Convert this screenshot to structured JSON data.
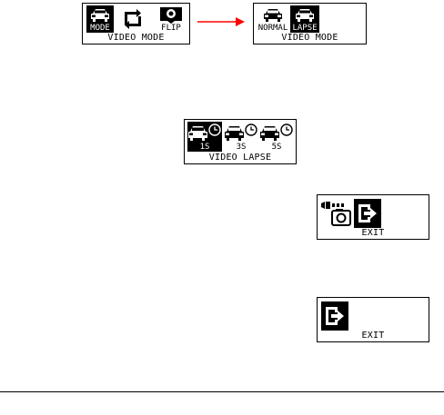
{
  "colors": {
    "ink": "#000000",
    "paper": "#ffffff",
    "arrow": "#ff0000"
  },
  "video_mode_screen": {
    "items": [
      {
        "label": "MODE",
        "icon": "car-icon",
        "selected": true
      },
      {
        "label": "",
        "icon": "rotate-arrows-icon",
        "selected": false
      },
      {
        "label": "FLIP",
        "icon": "flip-icon",
        "selected": false
      }
    ],
    "caption": "VIDEO MODE"
  },
  "transition": {
    "icon": "arrow-right-icon"
  },
  "video_mode_lapse_screen": {
    "items": [
      {
        "label": "NORMAL",
        "icon": "car-icon",
        "selected": false
      },
      {
        "label": "LAPSE",
        "icon": "car-icon",
        "selected": true
      }
    ],
    "caption": "VIDEO MODE"
  },
  "video_lapse_screen": {
    "items": [
      {
        "label": "1S",
        "icon": "car-clock-icon",
        "selected": true
      },
      {
        "label": "3S",
        "icon": "car-clock-icon",
        "selected": false
      },
      {
        "label": "5S",
        "icon": "car-clock-icon",
        "selected": false
      }
    ],
    "caption": "VIDEO LAPSE"
  },
  "exit_screen_a": {
    "items": [
      {
        "label": "",
        "icon": "video-camera-icon",
        "selected": false
      },
      {
        "label": "",
        "icon": "exit-icon",
        "selected": true
      }
    ],
    "caption": "EXIT"
  },
  "exit_screen_b": {
    "items": [
      {
        "label": "",
        "icon": "exit-icon",
        "selected": true
      }
    ],
    "caption": "EXIT"
  }
}
